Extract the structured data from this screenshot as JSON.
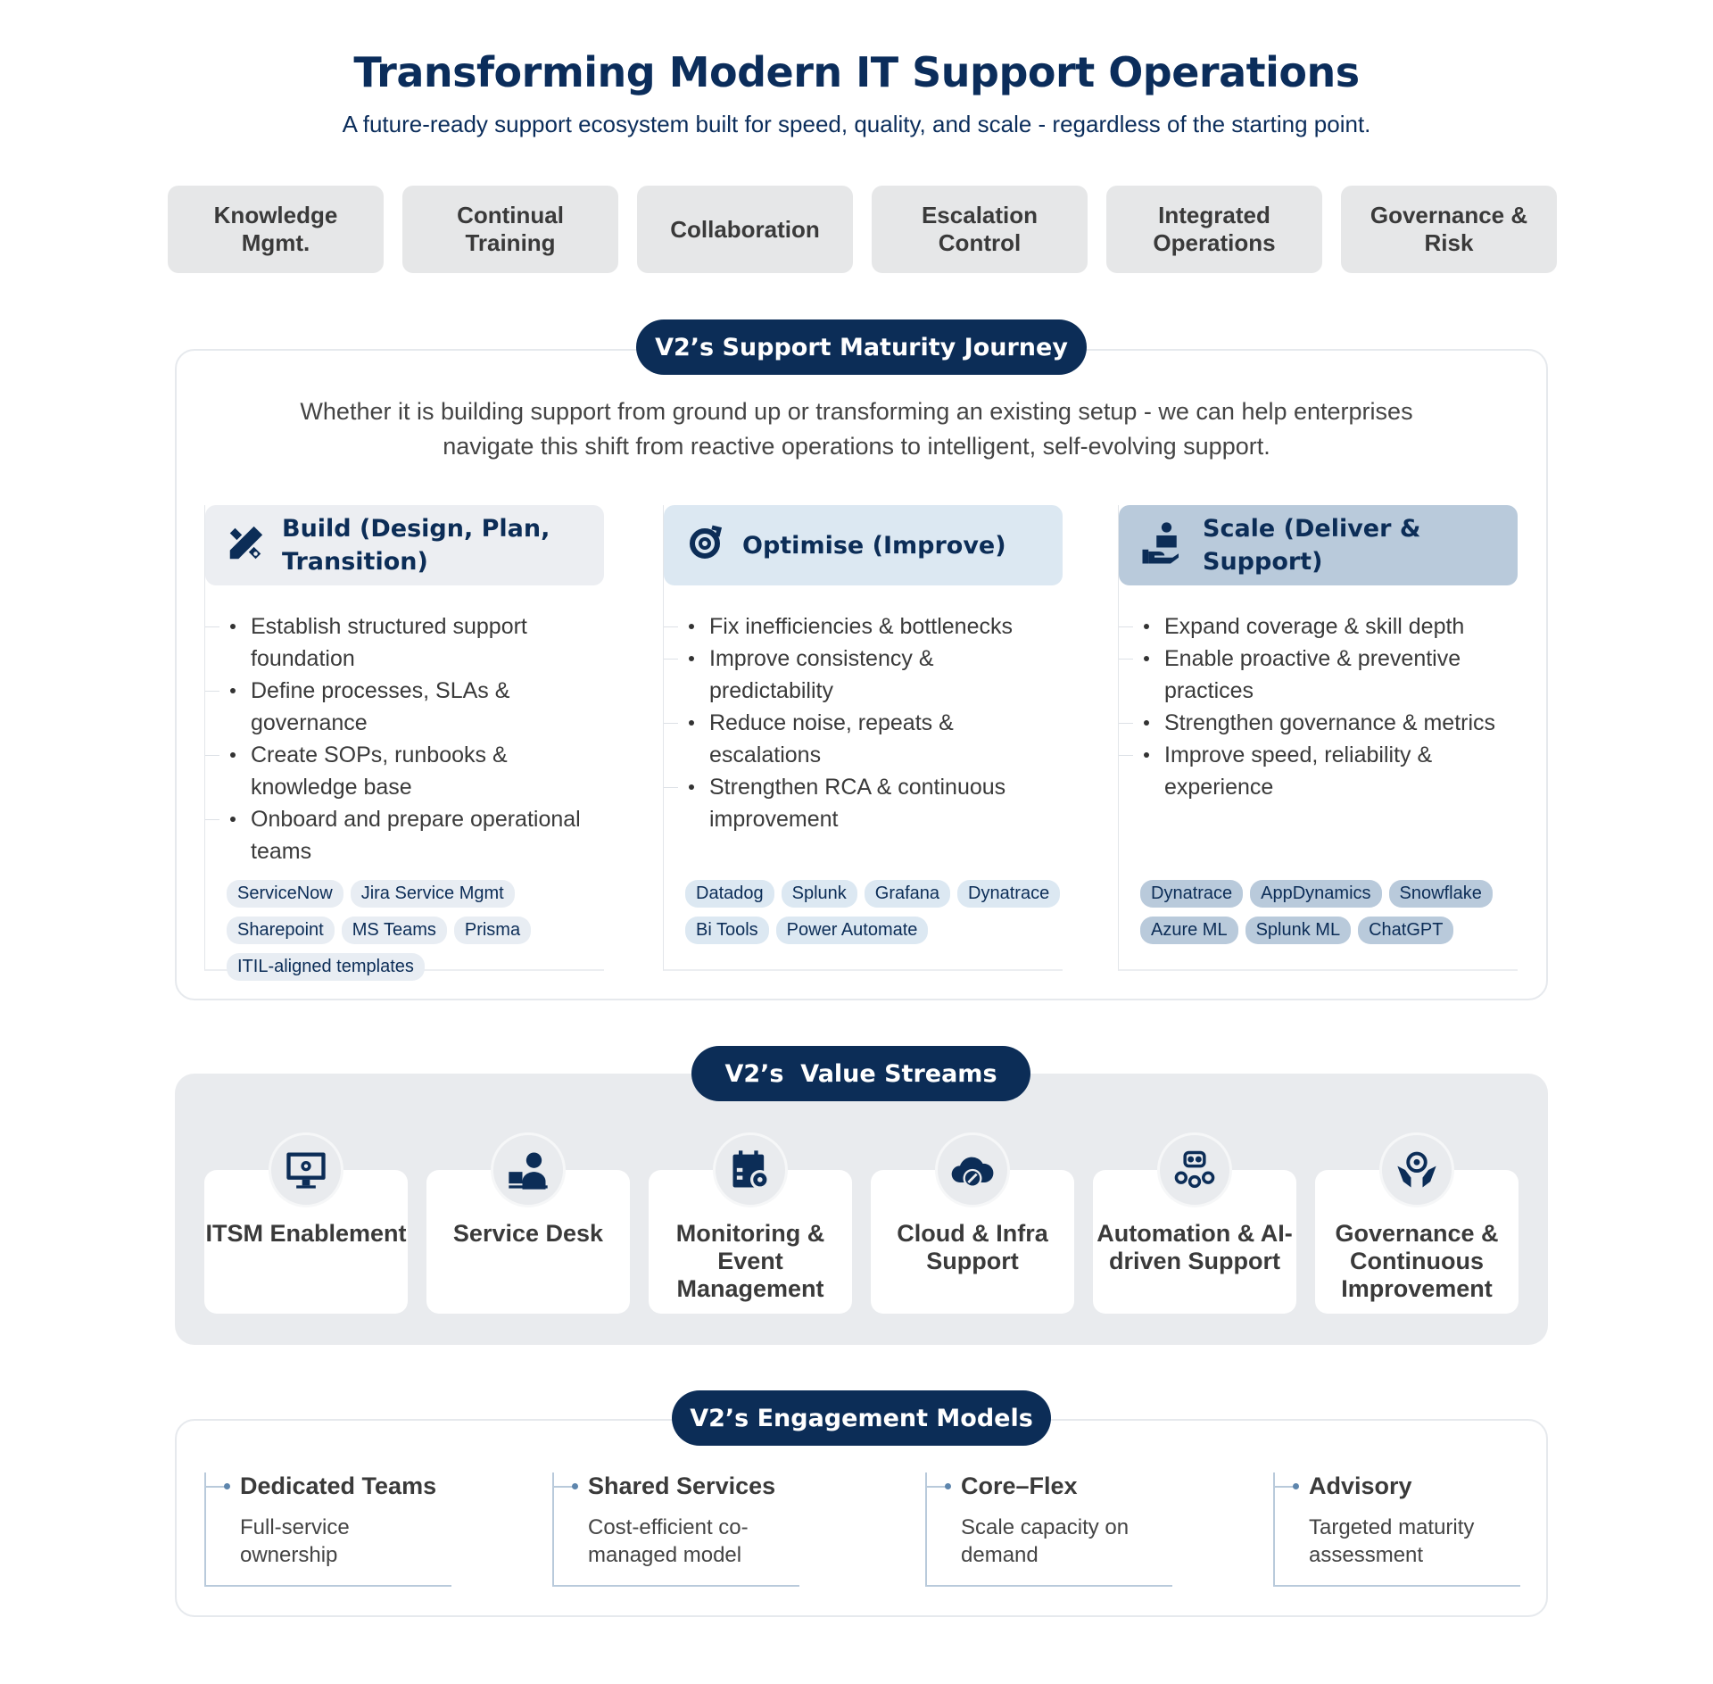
{
  "header": {
    "title": "Transforming Modern IT Support Operations",
    "subtitle": "A future-ready support ecosystem built for speed, quality, and scale - regardless of the starting point."
  },
  "pillars": [
    "Knowledge Mgmt.",
    "Continual Training",
    "Collaboration",
    "Escalation Control",
    "Integrated Operations",
    "Governance & Risk"
  ],
  "journey": {
    "badge": "V2’s Support Maturity Journey",
    "description": "Whether it is building support from ground up or transforming an existing setup - we can help enterprises navigate this shift from reactive operations to intelligent, self-evolving support.",
    "columns": [
      {
        "title": "Build (Design, Plan, Transition)",
        "icon": "design-tools-icon",
        "color": "#eceef2",
        "bullets": [
          "Establish structured support foundation",
          "Define processes, SLAs & governance",
          "Create SOPs, runbooks & knowledge base",
          "Onboard and prepare operational teams"
        ],
        "tags": [
          "ServiceNow",
          "Jira Service Mgmt",
          "Sharepoint",
          "MS Teams",
          "Prisma",
          "ITIL-aligned templates"
        ]
      },
      {
        "title": "Optimise (Improve)",
        "icon": "gear-refresh-icon",
        "color": "#dce8f2",
        "bullets": [
          "Fix inefficiencies & bottlenecks",
          "Improve consistency & predictability",
          "Reduce noise, repeats & escalations",
          "Strengthen RCA & continuous improvement"
        ],
        "tags": [
          "Datadog",
          "Splunk",
          "Grafana",
          "Dynatrace",
          "Bi Tools",
          "Power Automate"
        ]
      },
      {
        "title": "Scale (Deliver & Support)",
        "icon": "hand-box-gear-icon",
        "color": "#b9cadb",
        "bullets": [
          "Expand coverage & skill depth",
          "Enable proactive & preventive practices",
          "Strengthen governance & metrics",
          "Improve speed, reliability & experience"
        ],
        "tags": [
          "Dynatrace",
          "AppDynamics",
          "Snowflake",
          "Azure ML",
          "Splunk ML",
          "ChatGPT"
        ]
      }
    ]
  },
  "value_streams": {
    "badge": "V2’s  Value Streams",
    "items": [
      "ITSM Enablement",
      "Service Desk",
      "Monitoring & Event Management",
      "Cloud & Infra Support",
      "Automation & AI-driven Support",
      "Governance & Continuous Improvement"
    ]
  },
  "engagement": {
    "badge": "V2’s Engagement Models",
    "items": [
      {
        "title": "Dedicated Teams",
        "desc": "Full-service ownership"
      },
      {
        "title": "Shared Services",
        "desc": "Cost-efficient co-managed model"
      },
      {
        "title": "Core–Flex",
        "desc": "Scale capacity on demand"
      },
      {
        "title": "Advisory",
        "desc": "Targeted maturity assessment"
      }
    ]
  }
}
